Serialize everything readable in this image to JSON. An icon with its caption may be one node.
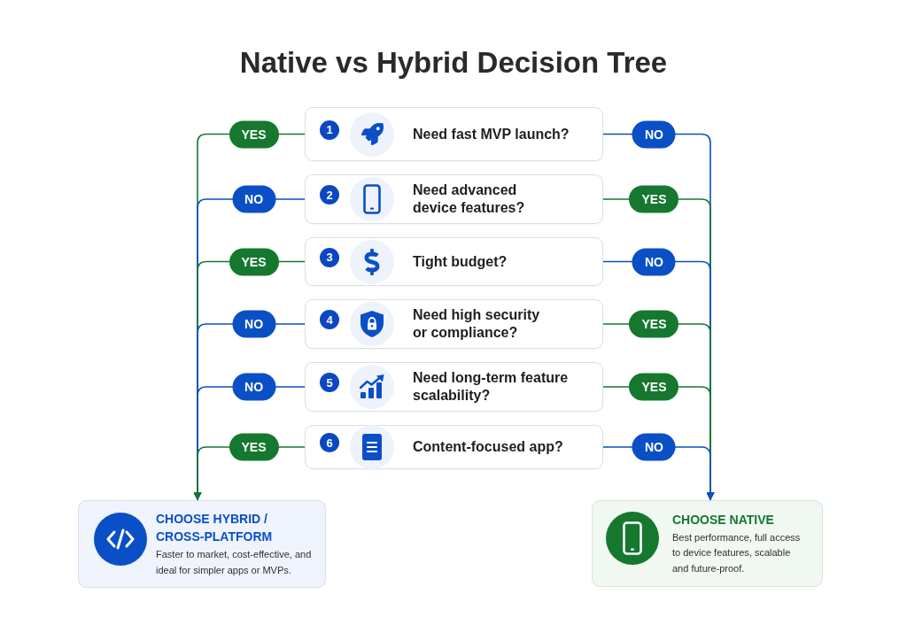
{
  "diagram": {
    "title": "Native vs Hybrid Decision Tree",
    "nodes": [
      {
        "text": [
          "1",
          "Need fast MVP launch?"
        ]
      },
      {
        "text": [
          "2",
          "Need advanced device features?"
        ]
      },
      {
        "text": [
          "3",
          "Tight budget?"
        ]
      },
      {
        "text": [
          "4",
          "Need high security or compliance?"
        ]
      },
      {
        "text": [
          "5",
          "Need long-term feature scalability?"
        ]
      },
      {
        "text": [
          "6",
          "Content-focused app?"
        ]
      },
      {
        "text": [
          "CHOOSE HYBRID / CROSS-PLATFORM",
          "Faster to market, cost-effective, and ideal for simpler apps or MVPs."
        ]
      },
      {
        "text": [
          "CHOOSE NATIVE",
          "Best performance, full access to device features, scalable and future-proof."
        ]
      }
    ],
    "edges": [
      {
        "from": 0,
        "to": 6,
        "arrow": "to",
        "label": "YES",
        "color": "#15782e"
      },
      {
        "from": 0,
        "to": 7,
        "arrow": "to",
        "label": "NO",
        "color": "#0b4fc6"
      },
      {
        "from": 1,
        "to": 6,
        "arrow": "to",
        "label": "NO",
        "color": "#0b4fc6"
      },
      {
        "from": 1,
        "to": 7,
        "arrow": "to",
        "label": "YES",
        "color": "#15782e"
      },
      {
        "from": 2,
        "to": 6,
        "arrow": "to",
        "label": "YES",
        "color": "#15782e"
      },
      {
        "from": 2,
        "to": 7,
        "arrow": "to",
        "label": "NO",
        "color": "#0b4fc6"
      },
      {
        "from": 3,
        "to": 6,
        "arrow": "to",
        "label": "NO",
        "color": "#0b4fc6"
      },
      {
        "from": 3,
        "to": 7,
        "arrow": "to",
        "label": "YES",
        "color": "#15782e"
      },
      {
        "from": 4,
        "to": 6,
        "arrow": "to",
        "label": "NO",
        "color": "#0b4fc6"
      },
      {
        "from": 4,
        "to": 7,
        "arrow": "to",
        "label": "YES",
        "color": "#15782e"
      },
      {
        "from": 5,
        "to": 6,
        "arrow": "to",
        "label": "YES",
        "color": "#15782e"
      },
      {
        "from": 5,
        "to": 7,
        "arrow": "to",
        "label": "NO",
        "color": "#0b4fc6"
      }
    ]
  }
}
